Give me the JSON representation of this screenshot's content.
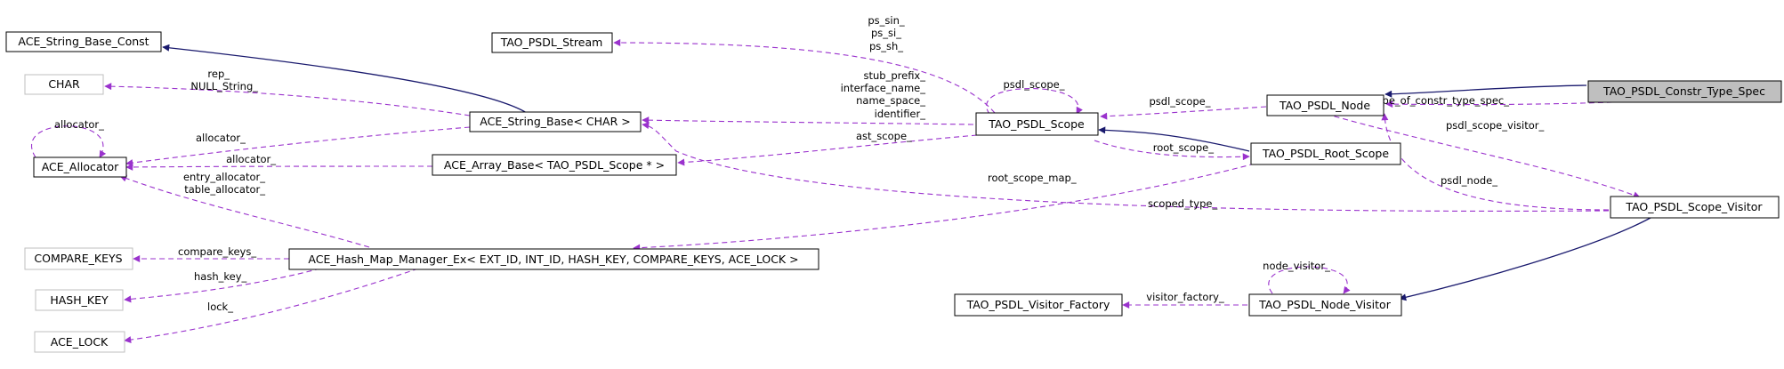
{
  "nodes": {
    "ace_string_base_const": "ACE_String_Base_Const",
    "tao_psdl_stream": "TAO_PSDL_Stream",
    "char": "CHAR",
    "ace_allocator": "ACE_Allocator",
    "ace_string_base_char": "ACE_String_Base< CHAR >",
    "tao_psdl_scope": "TAO_PSDL_Scope",
    "tao_psdl_node": "TAO_PSDL_Node",
    "tao_psdl_constr_type_spec": "TAO_PSDL_Constr_Type_Spec",
    "ace_array_base": "ACE_Array_Base< TAO_PSDL_Scope * >",
    "tao_psdl_root_scope": "TAO_PSDL_Root_Scope",
    "tao_psdl_scope_visitor": "TAO_PSDL_Scope_Visitor",
    "compare_keys": "COMPARE_KEYS",
    "ace_hash_map_manager": "ACE_Hash_Map_Manager_Ex< EXT_ID, INT_ID, HASH_KEY, COMPARE_KEYS, ACE_LOCK >",
    "hash_key": "HASH_KEY",
    "ace_lock": "ACE_LOCK",
    "tao_psdl_visitor_factory": "TAO_PSDL_Visitor_Factory",
    "tao_psdl_node_visitor": "TAO_PSDL_Node_Visitor"
  },
  "edge_labels": {
    "ps_sin": "ps_sin_",
    "ps_si": "ps_si_",
    "ps_sh": "ps_sh_",
    "psdl_scope_self": "psdl_scope_",
    "rep": "rep_",
    "null_string": "NULL_String_",
    "stub_prefix": "stub_prefix_",
    "interface_name": "interface_name_",
    "name_space": "name_space_",
    "identifier": "identifier_",
    "psdl_scope_node": "psdl_scope_",
    "type_of_constr_type_spec": "type_of_constr_type_spec_",
    "allocator_self": "allocator_",
    "allocator_string": "allocator_",
    "allocator_array": "allocator_",
    "ast_scope": "ast_scope_",
    "root_scope": "root_scope_",
    "psdl_scope_visitor": "psdl_scope_visitor_",
    "entry_allocator": "entry_allocator_",
    "table_allocator": "table_allocator_",
    "root_scope_map": "root_scope_map_",
    "psdl_node": "psdl_node_",
    "scoped_type": "scoped_type_",
    "compare_keys": "compare_keys_",
    "hash_key": "hash_key_",
    "lock": "lock_",
    "node_visitor": "node_visitor_",
    "visitor_factory": "visitor_factory_"
  },
  "colors": {
    "inheritance": "#1a1a6e",
    "usage": "#9a32cd",
    "template_box_border": "#bfbfbf",
    "highlight_fill": "#bfbfbf"
  }
}
